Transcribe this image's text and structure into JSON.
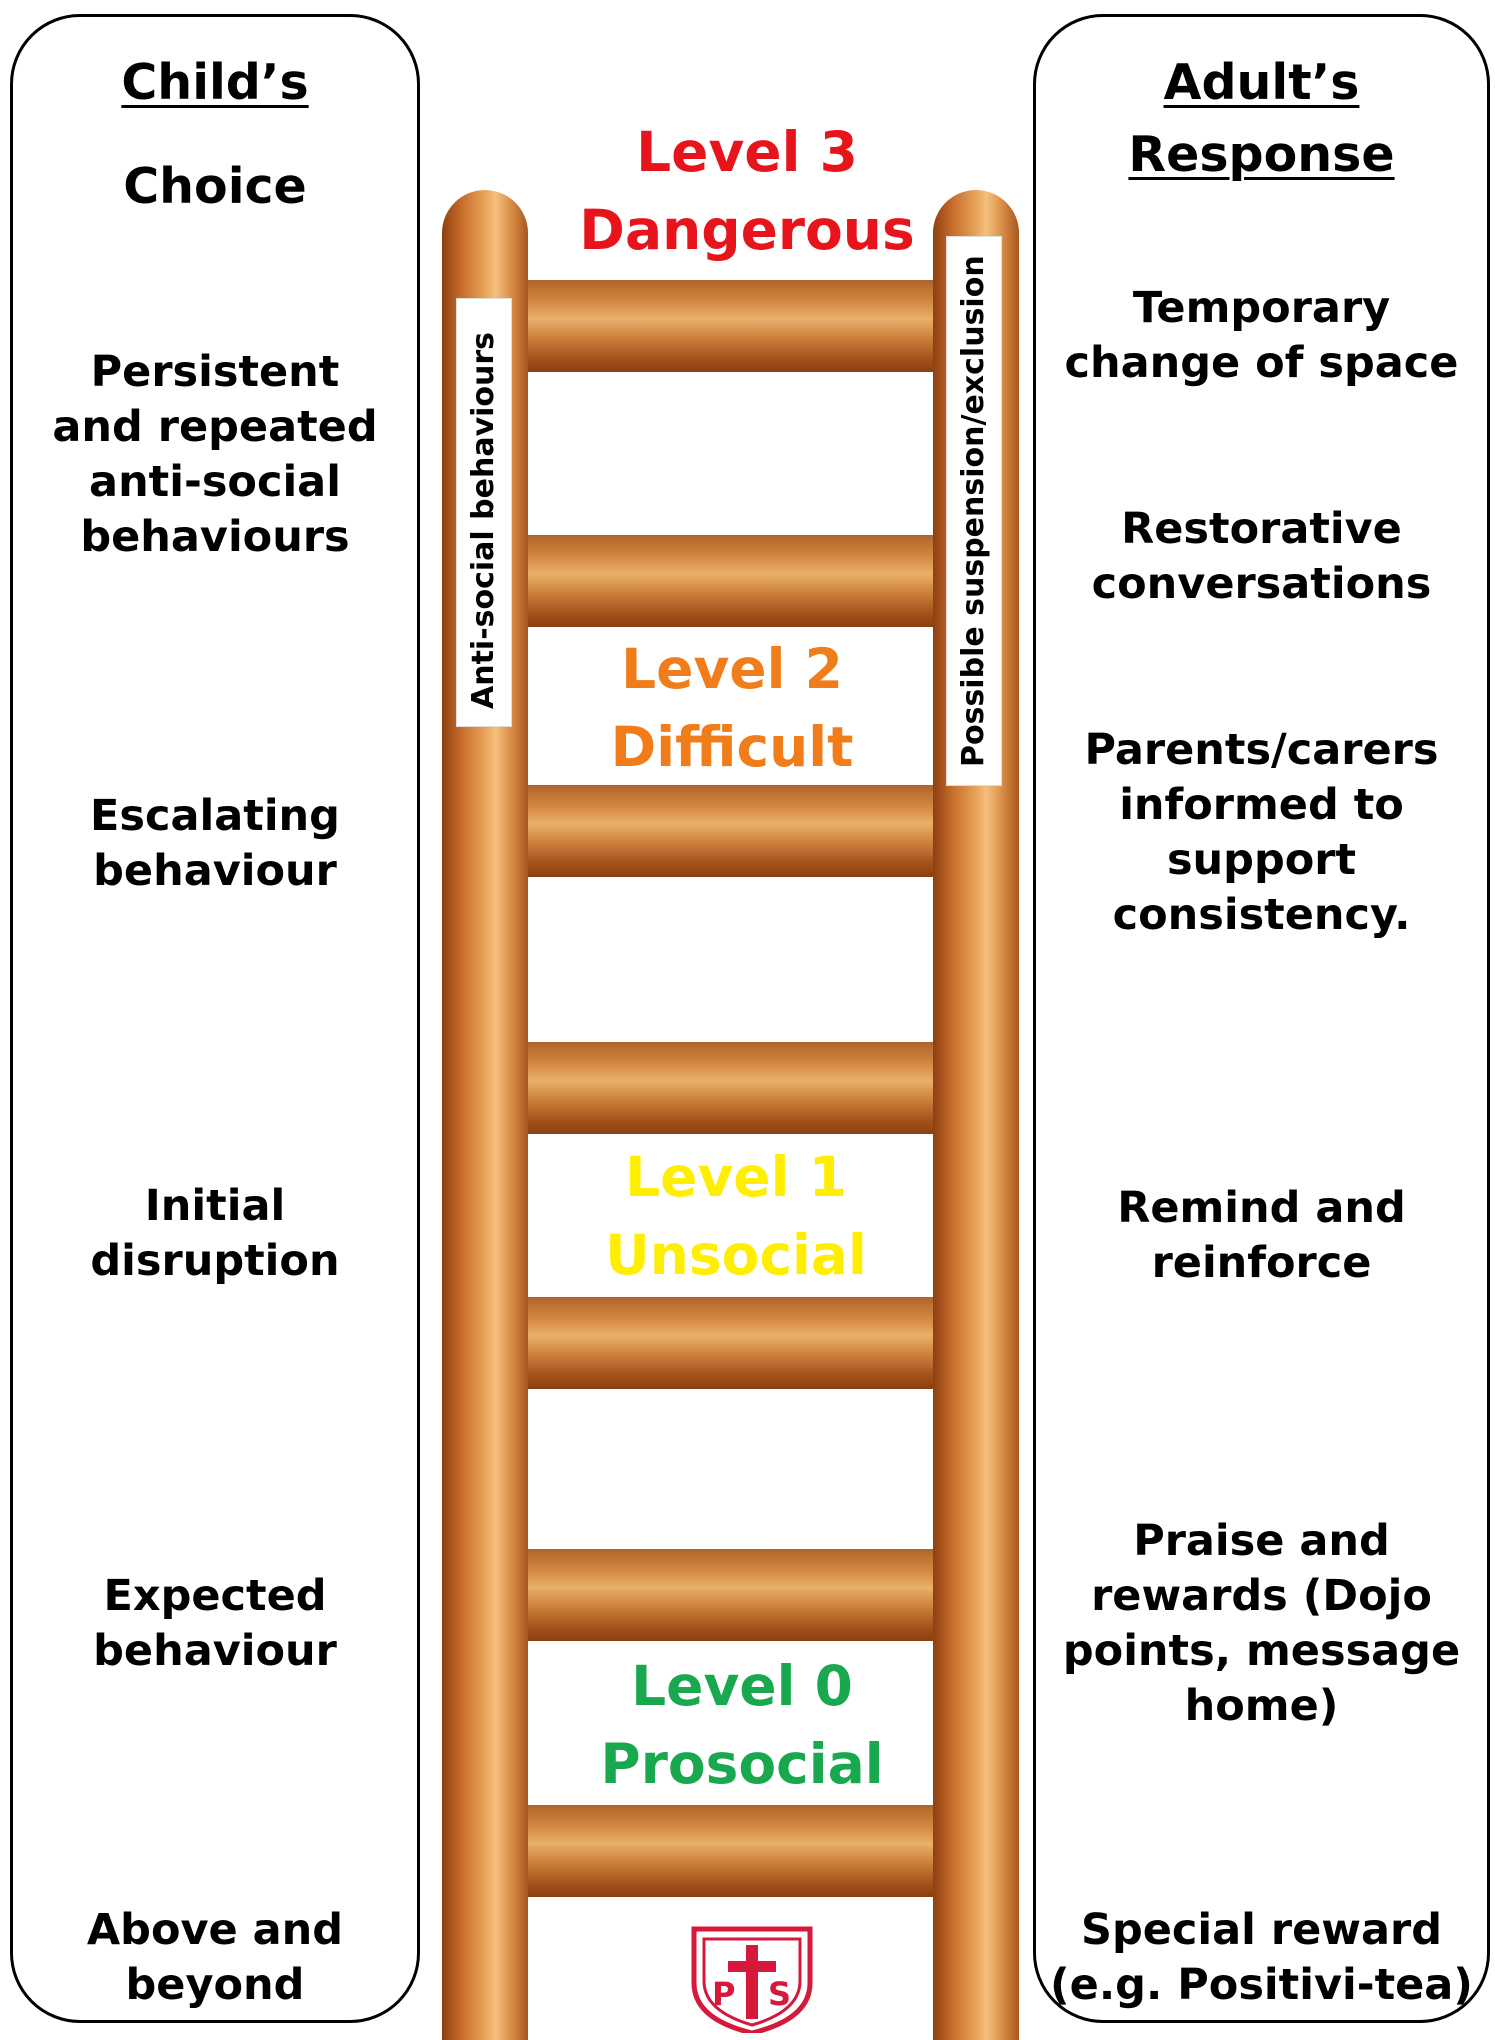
{
  "left_panel": {
    "heading_line1": "Child’s",
    "heading_line2": "Choice",
    "items": [
      "Persistent\nand repeated\nanti-social\nbehaviours",
      "Escalating\nbehaviour",
      "Initial\ndisruption",
      "Expected\nbehaviour",
      "Above and\nbeyond"
    ]
  },
  "right_panel": {
    "heading_line1": "Adult’s",
    "heading_line2": "Response",
    "items": [
      "Temporary\nchange of space",
      "Restorative\nconversations",
      "Parents/carers\ninformed to\nsupport\nconsistency.",
      "Remind and\nreinforce",
      "Praise and\nrewards (Dojo\npoints, message\nhome)",
      "Special reward\n(e.g. Positivi-tea)"
    ]
  },
  "rails": {
    "left_label": "Anti-social behaviours",
    "right_label": "Possible suspension/exclusion"
  },
  "levels": [
    {
      "level": "Level 3",
      "name": "Dangerous",
      "color": "#e8141c"
    },
    {
      "level": "Level 2",
      "name": "Difficult",
      "color": "#f07d1a"
    },
    {
      "level": "Level 1",
      "name": "Unsocial",
      "color": "#ffee00"
    },
    {
      "level": "Level 0",
      "name": "Prosocial",
      "color": "#1aa84f"
    }
  ],
  "colors": {
    "wood_dark": "#8c3e12",
    "wood_light": "#f5c07e",
    "logo_red": "#d6183a"
  },
  "logo": {
    "letters": "PTS"
  }
}
